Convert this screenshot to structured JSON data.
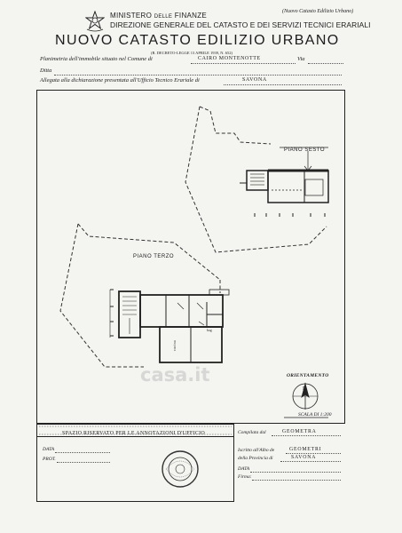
{
  "header": {
    "top_right_note": "(Nuovo Catasto Edilizio Urbano)",
    "ministry_line1_a": "MINISTERO",
    "ministry_line1_b": "DELLE",
    "ministry_line1_c": "FINANZE",
    "ministry_line2": "DIREZIONE GENERALE DEL CATASTO E DEI SERVIZI TECNICI ERARIALI",
    "main_title": "NUOVO CATASTO EDILIZIO URBANO",
    "decree": "(R. DECRETO-LEGGE 13 APRILE 1939, N. 652)"
  },
  "form": {
    "planimetria_label": "Planimetria dell'immobile situato nel Comune di",
    "comune_value": "CAIRO MONTENOTTE",
    "via_label": "Via",
    "ditta_label": "Ditta",
    "allegata_label": "Allegata alla dichiarazione presentata all'Ufficio Tecnico Erariale di",
    "ufficio_value": "SAVONA"
  },
  "drawing": {
    "piano_sesto": "PIANO SESTO",
    "piano_terzo": "PIANO TERZO",
    "orientamento": "ORIENTAMENTO",
    "scala": "SCALA DI 1:200",
    "north_letter": "N",
    "watermark": "casa.it"
  },
  "office": {
    "title": "SPAZIO RISERVATO PER LE ANNOTAZIONI D'UFFICIO",
    "data_label": "DATA",
    "prot_label": "PROT."
  },
  "compiler": {
    "compilata_label": "Compilata dal",
    "compilata_value": "GEOMETRA",
    "iscritto_label": "Iscritto all'Albo de",
    "iscritto_value": "GEOMETRI",
    "provincia_label": "della Provincia di",
    "provincia_value": "SAVONA",
    "data_label": "DATA",
    "firma_label": "Firma:"
  }
}
